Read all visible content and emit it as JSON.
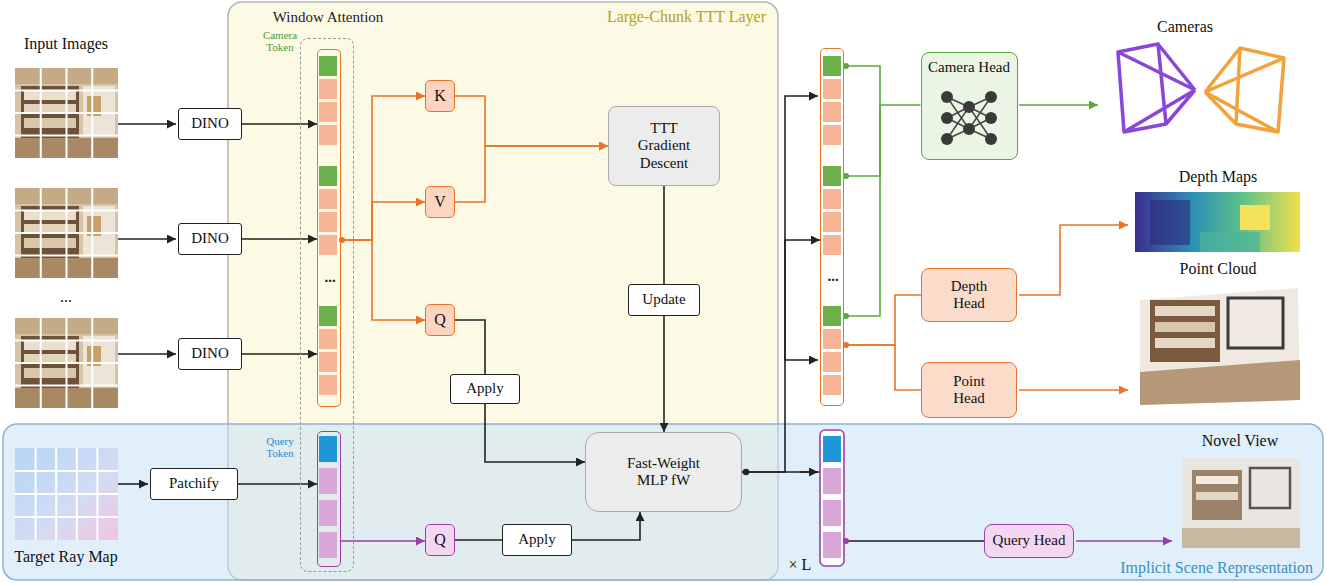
{
  "diagram": {
    "nodes": [
      {
        "text": [
          "Large-Chunk TTT Layer"
        ]
      },
      {
        "text": [
          "Implicit Scene Representation"
        ]
      },
      {
        "text": [
          "Window Attention"
        ],
        "in": 0
      },
      {
        "text": [
          "Camera Token",
          "..."
        ],
        "in": 2
      },
      {
        "text": [
          "Query Token"
        ],
        "in": 2
      },
      {
        "text": [
          "DINO"
        ]
      },
      {
        "text": [
          "DINO"
        ]
      },
      {
        "text": [
          "DINO"
        ]
      },
      {
        "text": [
          "Patchify"
        ]
      },
      {
        "text": [
          "K"
        ],
        "in": 0
      },
      {
        "text": [
          "V"
        ],
        "in": 0
      },
      {
        "text": [
          "Q"
        ],
        "in": 0
      },
      {
        "text": [
          "TTT Gradient Descent"
        ],
        "in": 0
      },
      {
        "text": [
          "Update"
        ],
        "in": 0
      },
      {
        "text": [
          "Apply"
        ],
        "in": 0
      },
      {
        "text": [
          "Fast-Weight MLP fW"
        ],
        "in": 0
      },
      {
        "text": [
          "Q"
        ],
        "in": 0
      },
      {
        "text": [
          "Apply"
        ],
        "in": 0
      },
      {
        "text": [
          "..."
        ]
      },
      {
        "text": [
          "Camera Head"
        ]
      },
      {
        "text": [
          "Depth Head"
        ]
      },
      {
        "text": [
          "Point Head"
        ]
      },
      {
        "text": [
          "Query Head"
        ]
      }
    ],
    "edges": [
      {
        "from": 5,
        "to": 3,
        "arrow": "to"
      },
      {
        "from": 6,
        "to": 3,
        "arrow": "to"
      },
      {
        "from": 7,
        "to": 3,
        "arrow": "to"
      },
      {
        "from": 8,
        "to": 4,
        "arrow": "to"
      },
      {
        "from": 3,
        "to": 9,
        "arrow": "to"
      },
      {
        "from": 3,
        "to": 10,
        "arrow": "to"
      },
      {
        "from": 3,
        "to": 11,
        "arrow": "to"
      },
      {
        "from": 9,
        "to": 12,
        "arrow": "to"
      },
      {
        "from": 10,
        "to": 12,
        "arrow": "to"
      },
      {
        "from": 12,
        "to": 13,
        "arrow": "none"
      },
      {
        "from": 13,
        "to": 15,
        "arrow": "to"
      },
      {
        "from": 11,
        "to": 14,
        "arrow": "none"
      },
      {
        "from": 14,
        "to": 15,
        "arrow": "to"
      },
      {
        "from": 4,
        "to": 16,
        "arrow": "to"
      },
      {
        "from": 16,
        "to": 17,
        "arrow": "none"
      },
      {
        "from": 17,
        "to": 15,
        "arrow": "to"
      },
      {
        "from": 15,
        "to": 18,
        "arrow": "to"
      },
      {
        "from": 15,
        "to": 22,
        "arrow": "none"
      },
      {
        "from": 18,
        "to": 19,
        "arrow": "none"
      },
      {
        "from": 18,
        "to": 20,
        "arrow": "none"
      },
      {
        "from": 18,
        "to": 21,
        "arrow": "none"
      }
    ],
    "labels": [
      "Input Images",
      "...",
      "Target Ray Map",
      "× L",
      "Cameras",
      "Depth Maps",
      "Point Cloud",
      "Novel View"
    ]
  }
}
